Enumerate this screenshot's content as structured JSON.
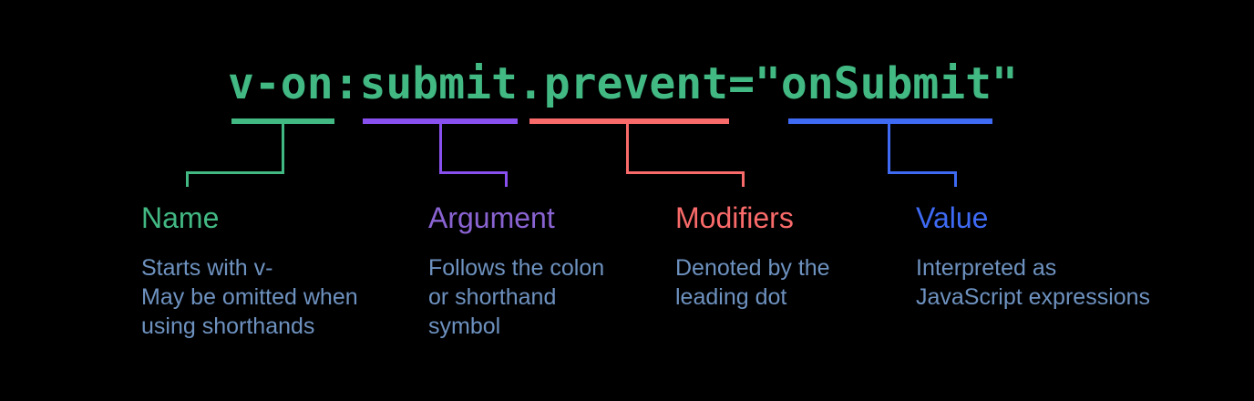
{
  "code": {
    "text": "v-on:submit.prevent=\"onSubmit\"",
    "color": "#42b883"
  },
  "segments": [
    {
      "id": "name",
      "label": "Name",
      "heading_color": "#42b883",
      "bar_color": "#42b883",
      "description": [
        "Starts with v-",
        "May be omitted when",
        "using shorthands"
      ]
    },
    {
      "id": "argument",
      "label": "Argument",
      "heading_color": "#8a63d2",
      "bar_color": "#8950f0",
      "description": [
        "Follows the colon",
        "or shorthand",
        "symbol"
      ]
    },
    {
      "id": "modifiers",
      "label": "Modifiers",
      "heading_color": "#f96a6a",
      "bar_color": "#f96a6a",
      "description": [
        "Denoted by the",
        "leading dot"
      ]
    },
    {
      "id": "value",
      "label": "Value",
      "heading_color": "#3e6af4",
      "bar_color": "#3e6af4",
      "description": [
        "Interpreted as",
        "JavaScript expressions"
      ]
    }
  ],
  "palette": {
    "background": "#000000",
    "description_text": "#6e92c0"
  }
}
